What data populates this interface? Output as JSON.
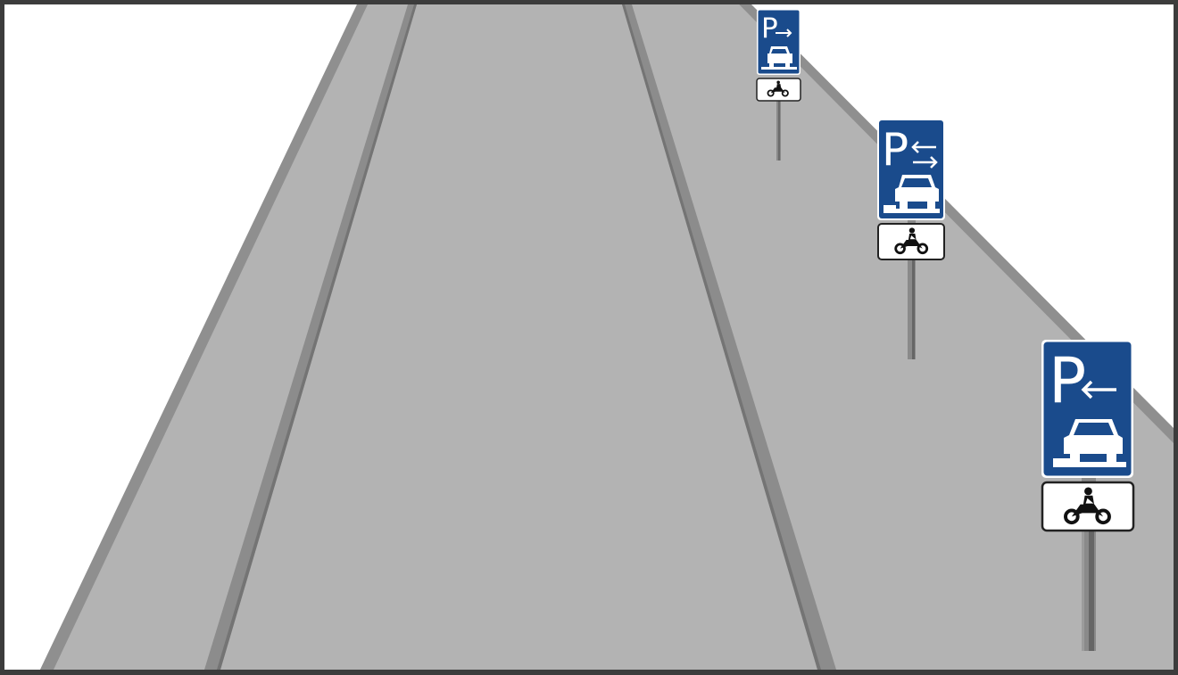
{
  "scene": {
    "description": "Perspective illustration of a road with three parking signs on the right side",
    "colors": {
      "frame": "#3c3c3c",
      "background": "#ffffff",
      "road": "#b3b3b3",
      "road_edge": "#8f8f8f",
      "strip": "#8c8c8c",
      "strip_shadow": "#6e6e6e",
      "sign_blue": "#1a4b8c",
      "sign_white": "#ffffff",
      "pole": "#8a8a8a"
    }
  },
  "signs": [
    {
      "id": "far",
      "main_symbol": "P",
      "arrows": [
        "right"
      ],
      "pictogram": "car-half-on-sidewalk",
      "supplementary_pictogram": "motorcycle"
    },
    {
      "id": "middle",
      "main_symbol": "P",
      "arrows": [
        "left",
        "right"
      ],
      "pictogram": "car-half-on-sidewalk",
      "supplementary_pictogram": "motorcycle"
    },
    {
      "id": "near",
      "main_symbol": "P",
      "arrows": [
        "left"
      ],
      "pictogram": "car-half-on-sidewalk",
      "supplementary_pictogram": "motorcycle"
    }
  ]
}
